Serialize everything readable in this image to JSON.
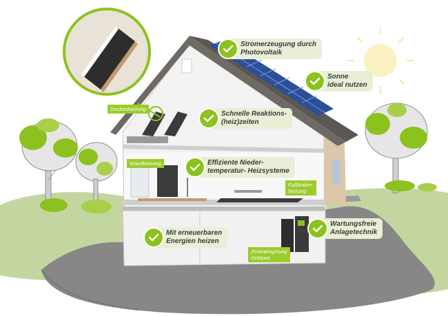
{
  "colors": {
    "accent_green": "#8cc21e",
    "label_green": "#9ccb2c",
    "callout_bg": "#e9efd6",
    "roof": "#6f6a64",
    "solar": "#2c4f99",
    "ground": "#878787",
    "wall": "#f3f3f3"
  },
  "callouts": [
    {
      "id": "photovoltaik",
      "icon": "check-icon",
      "lines": [
        "Stromerzeugung durch",
        "Photovoltaik"
      ]
    },
    {
      "id": "sonne",
      "icon": "check-icon",
      "lines": [
        "Sonne",
        "ideal nutzen"
      ]
    },
    {
      "id": "reaktionszeit",
      "icon": "check-icon",
      "lines": [
        "Schnelle Reaktions-",
        "(heiz)zeiten"
      ]
    },
    {
      "id": "niedertemperatur",
      "icon": "check-icon",
      "lines": [
        "Effiziente Nieder-",
        "temperatur- Heizsysteme"
      ]
    },
    {
      "id": "wartungsfrei",
      "icon": "check-icon",
      "lines": [
        "Wartungsfreie",
        "Anlagetechnik"
      ]
    },
    {
      "id": "erneuerbar",
      "icon": "check-icon",
      "lines": [
        "Mit erneuerbaren",
        "Energien heizen"
      ]
    }
  ],
  "tags": [
    {
      "id": "deckenheizung",
      "lines": [
        "Deckenheizung"
      ]
    },
    {
      "id": "wandheizung",
      "lines": [
        "Wandheizung"
      ]
    },
    {
      "id": "fussbodenheizung",
      "lines": [
        "Fußboden-",
        "heizung"
      ]
    },
    {
      "id": "zentralregelung",
      "lines": [
        "Zentralregelung",
        "Octopus"
      ]
    }
  ]
}
